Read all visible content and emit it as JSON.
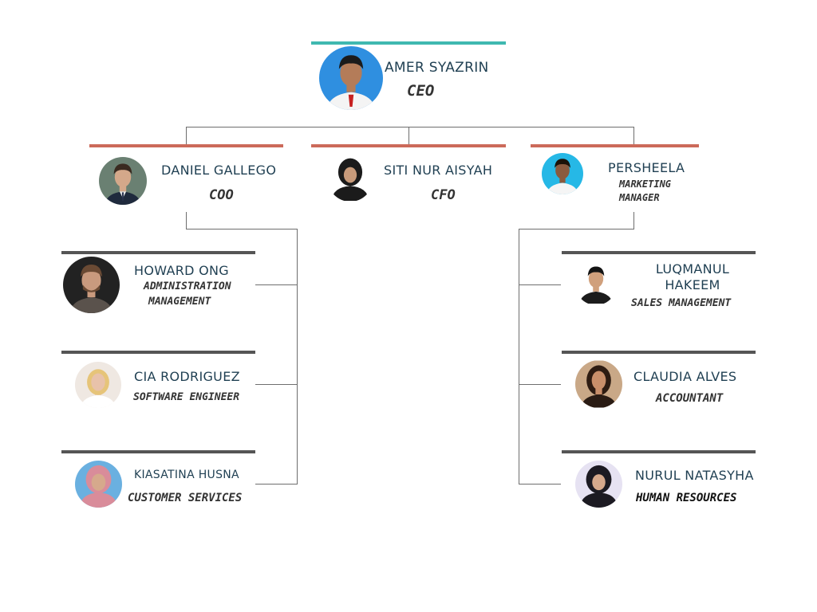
{
  "colors": {
    "ceo_bar": "#3fb8b0",
    "exec_bar": "#cc6a5a",
    "staff_bar": "#555555",
    "line": "#6e6e6e",
    "name": "#1f3f52"
  },
  "ceo": {
    "name": "AMER SYAZRIN",
    "role": "CEO"
  },
  "executives": [
    {
      "name": "DANIEL GALLEGO",
      "role": "COO"
    },
    {
      "name": "SITI NUR AISYAH",
      "role": "CFO"
    },
    {
      "name": "PERSHEELA",
      "role_lines": [
        "MARKETING",
        "MANAGER"
      ]
    }
  ],
  "left_staff": [
    {
      "name": "HOWARD ONG",
      "role_lines": [
        "ADMINISTRATION",
        "MANAGEMENT"
      ]
    },
    {
      "name": "CIA RODRIGUEZ",
      "role": "SOFTWARE ENGINEER"
    },
    {
      "name": "KIASATINA HUSNA",
      "role": "CUSTOMER SERVICES"
    }
  ],
  "right_staff": [
    {
      "name_lines": [
        "LUQMANUL",
        "HAKEEM"
      ],
      "role": "SALES MANAGEMENT"
    },
    {
      "name": "CLAUDIA ALVES",
      "role": "ACCOUNTANT"
    },
    {
      "name": "NURUL NATASYHA",
      "role": "HUMAN RESOURCES"
    }
  ]
}
